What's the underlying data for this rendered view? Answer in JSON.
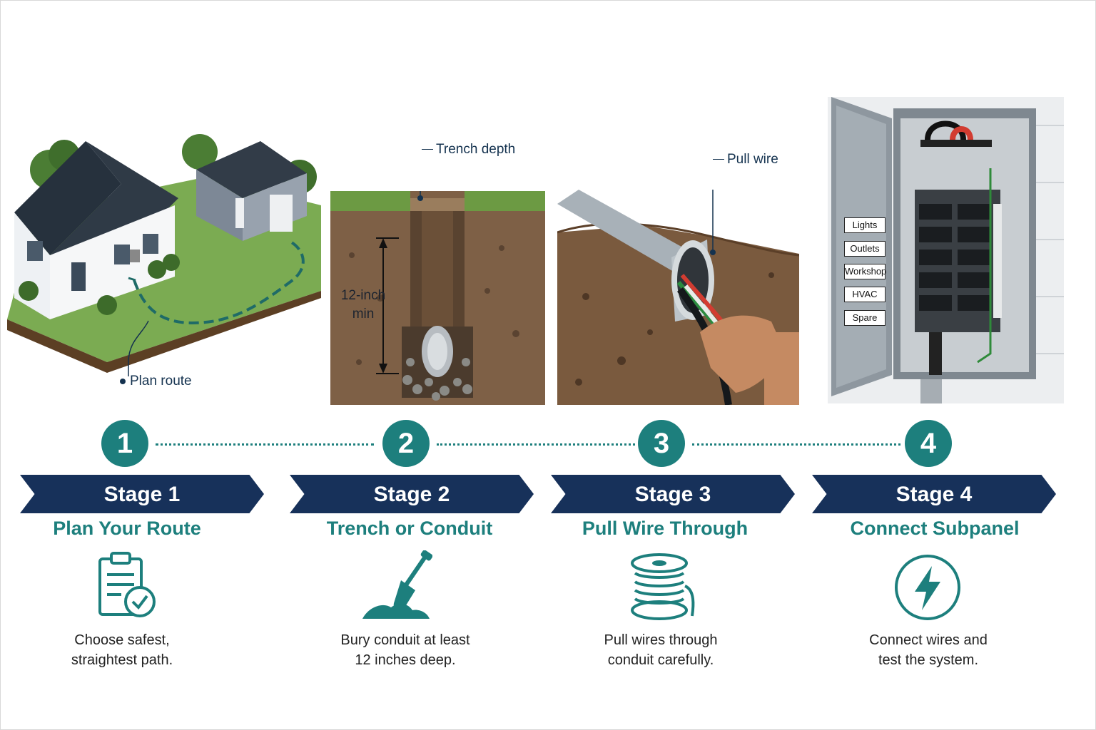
{
  "callouts": {
    "plan_route": "Plan route",
    "trench_depth": "Trench depth",
    "depth_line1": "12-inch",
    "depth_line2": "min",
    "pull_wire": "Pull wire"
  },
  "breakers": [
    "Lights",
    "Outlets",
    "Workshop",
    "HVAC",
    "Spare"
  ],
  "stages": [
    {
      "number": "1",
      "label": "Stage 1",
      "title": "Plan Your Route",
      "icon": "clipboard-check-icon",
      "desc1": "Choose safest,",
      "desc2": "straightest path."
    },
    {
      "number": "2",
      "label": "Stage 2",
      "title": "Trench or Conduit",
      "icon": "shovel-icon",
      "desc1": "Bury conduit at least",
      "desc2": "12 inches deep."
    },
    {
      "number": "3",
      "label": "Stage 3",
      "title": "Pull Wire Through",
      "icon": "wire-spool-icon",
      "desc1": "Pull wires through",
      "desc2": "conduit carefully."
    },
    {
      "number": "4",
      "label": "Stage 4",
      "title": "Connect Subpanel",
      "icon": "lightning-bolt-icon",
      "desc1": "Connect wires and",
      "desc2": "test the system."
    }
  ],
  "colors": {
    "teal": "#1d7f7d",
    "navy": "#17315a"
  }
}
